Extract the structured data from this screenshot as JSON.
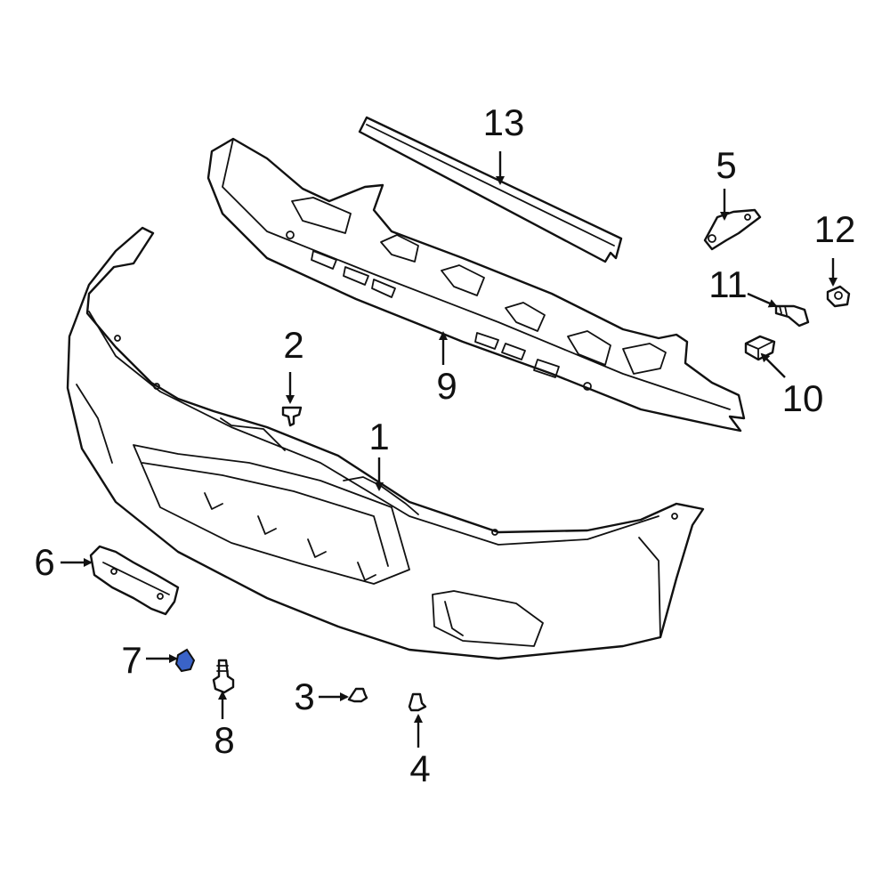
{
  "callouts": {
    "c1": "1",
    "c2": "2",
    "c3": "3",
    "c4": "4",
    "c5": "5",
    "c6": "6",
    "c7": "7",
    "c8": "8",
    "c9": "9",
    "c10": "10",
    "c11": "11",
    "c12": "12",
    "c13": "13"
  },
  "colors": {
    "line": "#111111",
    "highlight": "#3a63c8",
    "background": "#ffffff"
  },
  "highlighted_part": "7"
}
